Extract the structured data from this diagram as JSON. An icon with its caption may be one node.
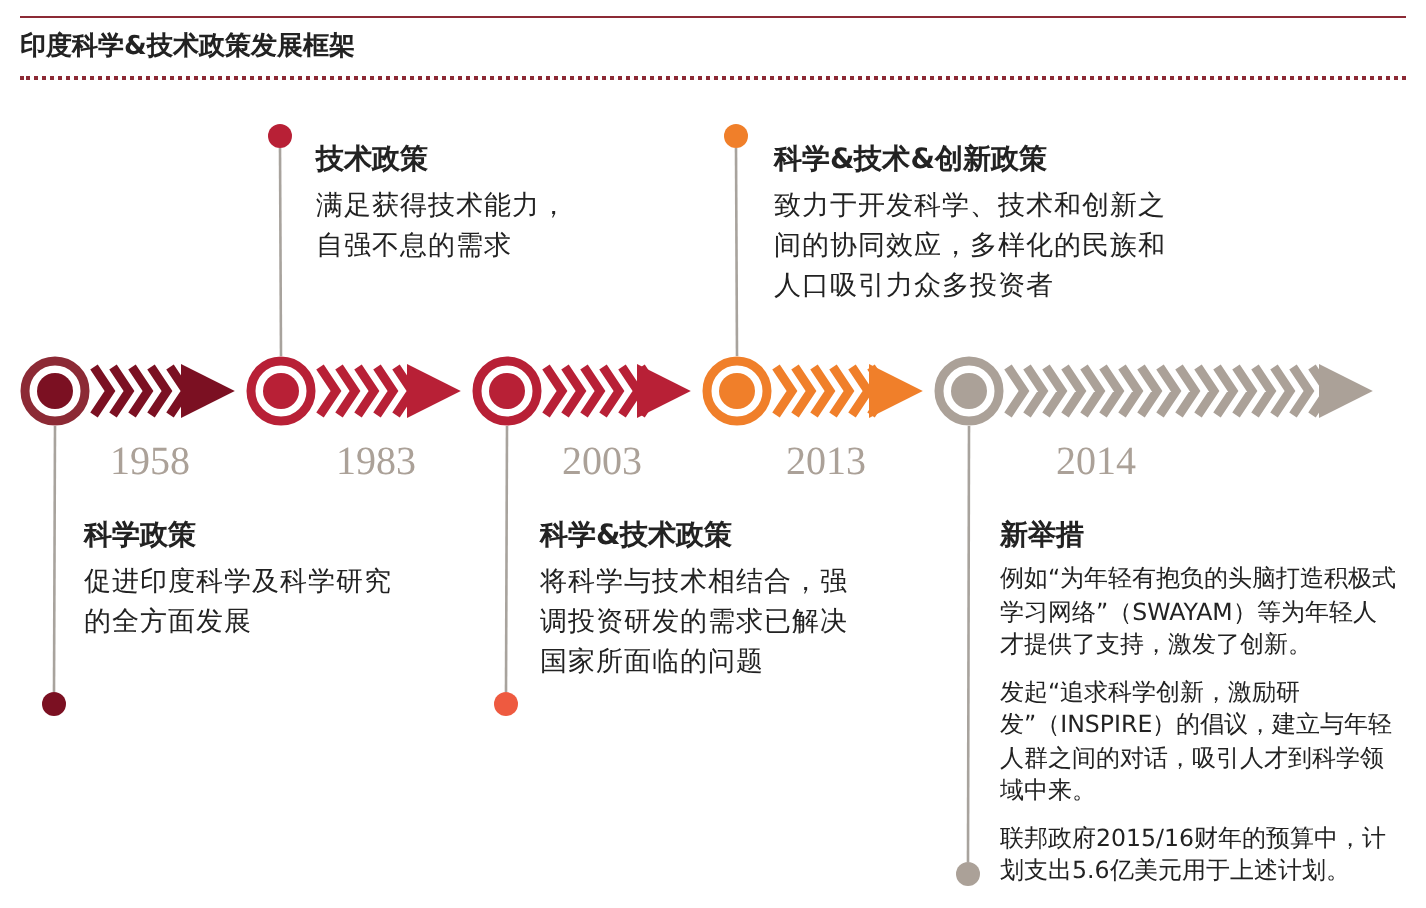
{
  "diagram": {
    "title": "印度科学&技术政策发展框架",
    "nodes": [
      {
        "text": [],
        "shape": "circle"
      },
      {
        "text": [],
        "shape": "circle"
      },
      {
        "text": [
          "技术政策",
          "满足获得技术能力，自强不息的需求"
        ]
      },
      {
        "text": [
          "科学&技术&创新政策",
          "致力于开发科学、技术和创新之间的协同效应，多样化的民族和人口吸引力众多投资者"
        ]
      },
      {
        "text": [],
        "shape": "circle"
      },
      {
        "text": [],
        "shape": "circle"
      },
      {
        "text": [],
        "shape": "circle"
      },
      {
        "text": [],
        "shape": "circle"
      },
      {
        "text": [],
        "shape": "circle"
      },
      {
        "text": [
          "科学政策",
          "促进印度科学及科学研究的全方面发展"
        ]
      },
      {
        "text": [
          "科学&技术政策",
          "将科学与技术相结合，强调投资研发的需求已解决国家所面临的问题"
        ]
      },
      {
        "text": [
          "新举措",
          "例如“为年轻有抱负的头脑打造积极式学习网络”（SWAYAM）等为年轻人才提供了支持，激发了创新。",
          "发起“追求科学创新，激励研发”（INSPIRE）的倡议，建立与年轻人群之间的对话，吸引人才到科学领域中来。",
          "联邦政府2015/16财年的预算中，计划支出5.6亿美元用于上述计划。"
        ]
      },
      {
        "text": [],
        "shape": "circle"
      },
      {
        "text": [],
        "shape": "circle"
      },
      {
        "text": [],
        "shape": "circle"
      }
    ],
    "edges": [
      {
        "from": 4,
        "to": 5,
        "arrow": "to",
        "style": "thick",
        "color": "#7b1022"
      },
      {
        "from": 5,
        "to": 6,
        "arrow": "to",
        "style": "thick",
        "color": "#b82036"
      },
      {
        "from": 6,
        "to": 7,
        "arrow": "to",
        "style": "thick",
        "color": "#b82036"
      },
      {
        "from": 7,
        "to": 8,
        "arrow": "to",
        "style": "thick",
        "color": "#f07f2a"
      },
      {
        "from": 8,
        "to": null,
        "arrow": "to",
        "style": "thick",
        "color": "#aba198"
      },
      {
        "from": 0,
        "to": 5,
        "arrow": "none"
      },
      {
        "from": 1,
        "to": 7,
        "arrow": "none"
      },
      {
        "from": 4,
        "to": 12,
        "arrow": "none"
      },
      {
        "from": 6,
        "to": 13,
        "arrow": "none"
      },
      {
        "from": 8,
        "to": 14,
        "arrow": "none"
      }
    ],
    "labels": [
      "1958",
      "1983",
      "2003",
      "2013",
      "2014"
    ]
  }
}
